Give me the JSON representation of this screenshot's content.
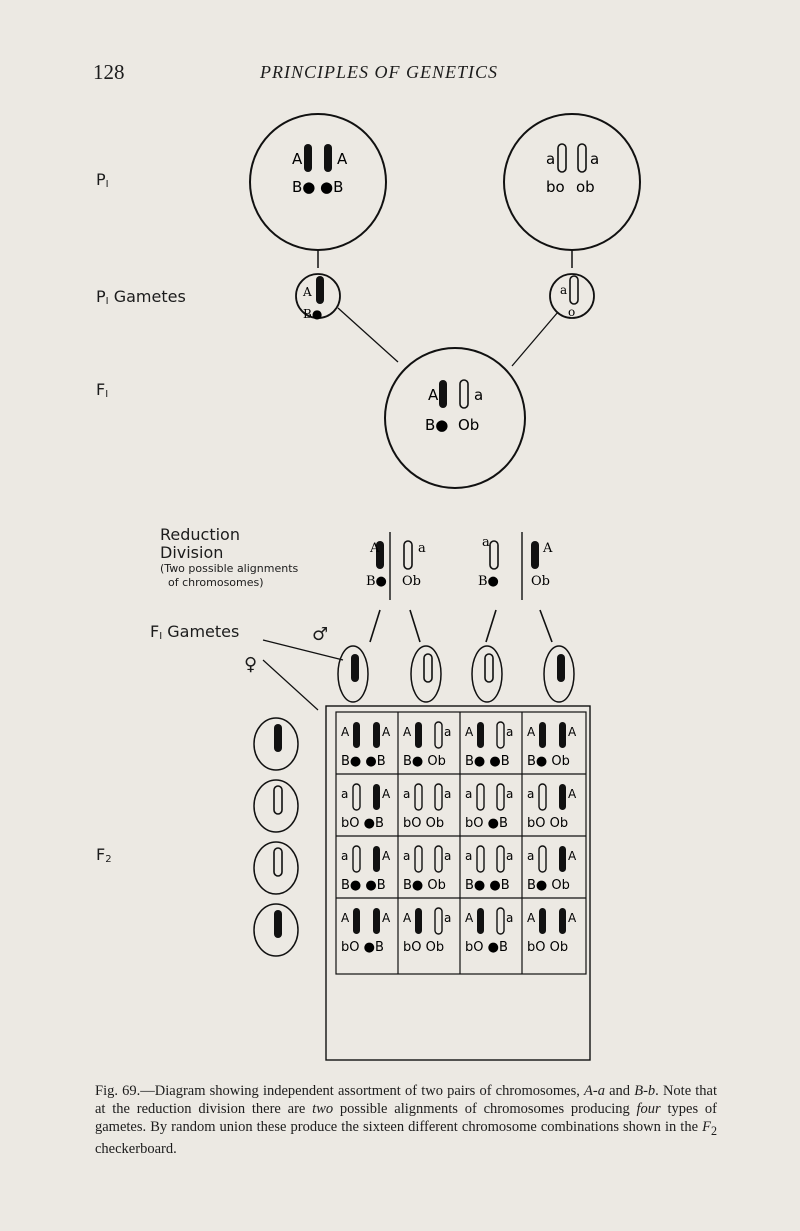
{
  "page": {
    "number": "128",
    "running_head": "PRINCIPLES OF GENETICS"
  },
  "labels": {
    "p1": "P",
    "p1_sub": "I",
    "p1_gametes": "P",
    "p1_gametes_sub": "I",
    "p1_gametes_word": "Gametes",
    "f1": "F",
    "f1_sub": "I",
    "reduction_1": "Reduction",
    "reduction_2": "Division",
    "reduction_3": "(Two possible alignments",
    "reduction_4": "of chromosomes)",
    "f1_gametes": "F",
    "f1_gametes_sub": "I",
    "f1_gametes_word": "Gametes",
    "male": "♂",
    "female": "♀",
    "f2": "F",
    "f2_sub": "2"
  },
  "p1_parents": [
    {
      "top": [
        "A",
        "A"
      ],
      "bottom": [
        "B●",
        "●B"
      ]
    },
    {
      "top": [
        "a",
        "a"
      ],
      "bottom": [
        "bo",
        "ob"
      ]
    }
  ],
  "f1_cell": {
    "top": [
      "A",
      "a"
    ],
    "bottom": [
      "B●",
      "Ob"
    ]
  },
  "alignments": [
    {
      "left": "A",
      "left_bottom": "B●",
      "right": "a",
      "right_bottom": "Ob"
    },
    {
      "left": "a",
      "left_bottom": "B●",
      "right": "A",
      "right_bottom": "Ob"
    }
  ],
  "checkerboard": {
    "rows": [
      [
        "B● ●B",
        "B● Ob",
        "B● ●B",
        "B● Ob"
      ],
      [
        "bO ●B",
        "bO Ob",
        "bO ●B",
        "bO Ob"
      ],
      [
        "B● ●B",
        "B● Ob",
        "B● ●B",
        "B● Ob"
      ],
      [
        "bO ●B",
        "bO Ob",
        "bO ●B",
        "bO Ob"
      ]
    ],
    "tops": [
      [
        "A A",
        "A a",
        "A a",
        "A A"
      ],
      [
        "a A",
        "a a",
        "a a",
        "a A"
      ],
      [
        "a A",
        "a a",
        "a a",
        "a A"
      ],
      [
        "A A",
        "A a",
        "A a",
        "A A"
      ]
    ]
  },
  "caption": {
    "fig": "Fig. 69.",
    "text1": "—Diagram showing independent assortment of two pairs of chromosomes, ",
    "a_pair": "A-a",
    "text2": " and ",
    "b_pair": "B-b",
    "text3": ". Note that at the reduction division there are ",
    "two": "two",
    "text4": " possible alignments of chromosomes producing ",
    "four": "four",
    "text5": " types of gametes. By random union these produce the sixteen different chromosome combinations shown in the ",
    "f2": "F",
    "f2_sub": "2",
    "text6": " checkerboard."
  }
}
